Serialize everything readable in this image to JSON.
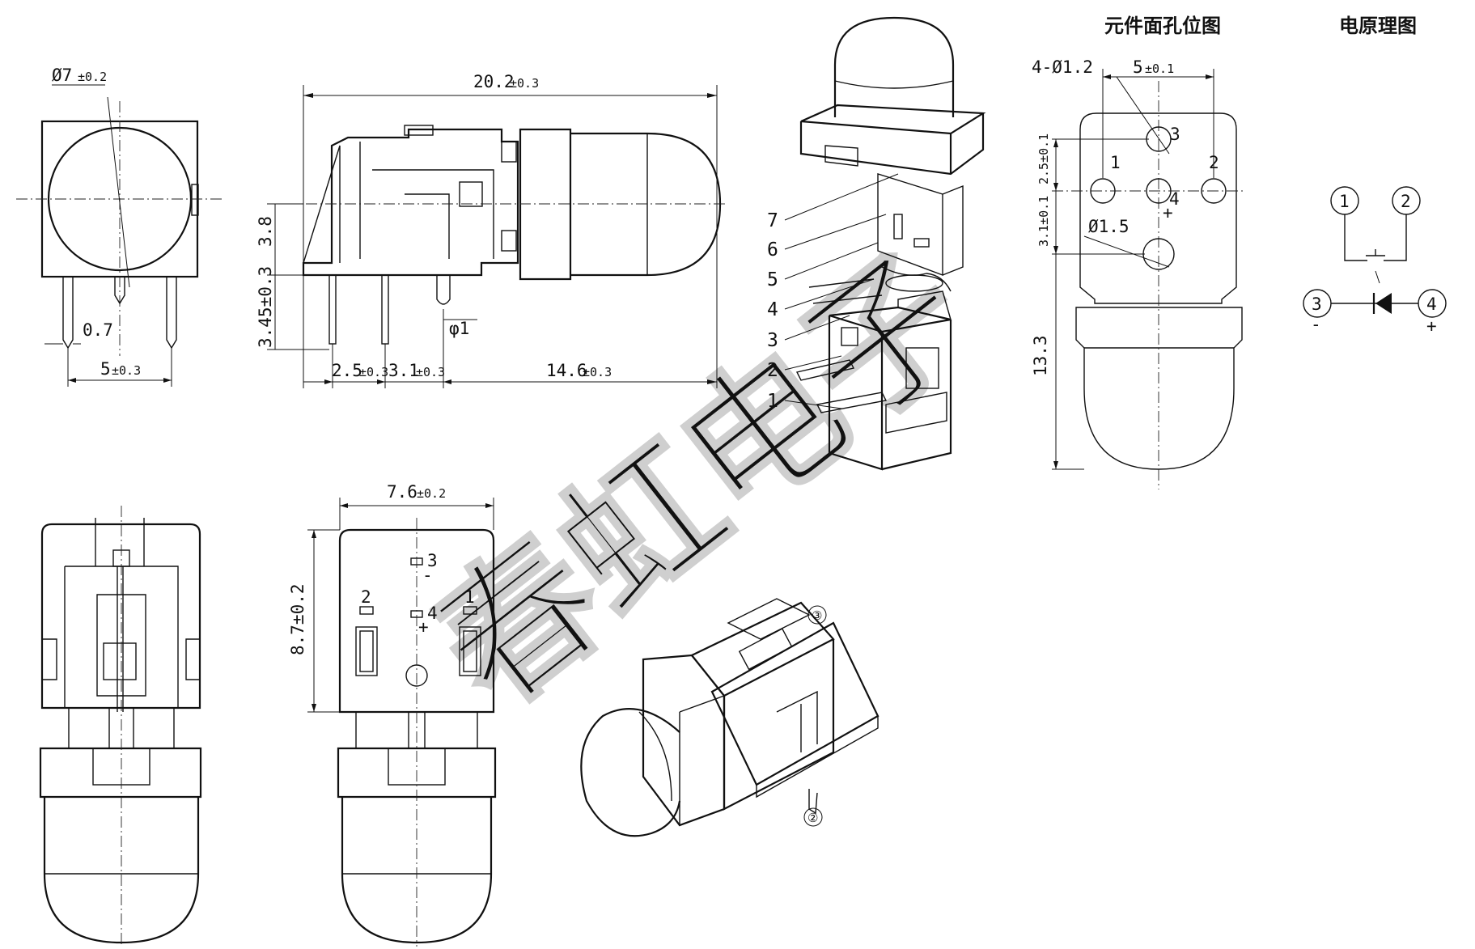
{
  "titles": {
    "hole_layout": "元件面孔位图",
    "schematic": "电原理图"
  },
  "watermark": "春虹电子",
  "front_view": {
    "diameter": "Ø7",
    "diameter_tol": "±0.2",
    "pin_width": "0.7",
    "pin_pitch": "5",
    "pin_pitch_tol": "±0.3"
  },
  "side_view": {
    "length": "20.2",
    "length_tol": "±0.3",
    "height": "3.8",
    "standoff": "3.45±0.3",
    "pin_d": "φ1",
    "pitch_a": "2.5",
    "pitch_a_tol": "±0.3",
    "pitch_b": "3.1",
    "pitch_b_tol": "±0.3",
    "cap_len": "14.6",
    "cap_len_tol": "±0.3"
  },
  "exploded_view": {
    "callouts": [
      "7",
      "6",
      "5",
      "4",
      "3",
      "2",
      "1"
    ]
  },
  "hole_layout": {
    "holes_label": "4-Ø1.2",
    "spacing": "5",
    "spacing_tol": "±0.1",
    "vert_a": "2.5±0.1",
    "vert_b": "3.1±0.1",
    "big_hole": "Ø1.5",
    "length": "13.3",
    "pins": [
      "1",
      "2",
      "3",
      "4"
    ],
    "plus": "+"
  },
  "schematic": {
    "nodes": [
      "1",
      "2",
      "3",
      "4"
    ],
    "minus": "-",
    "plus": "+"
  },
  "top_view": {
    "width": "7.6",
    "width_tol": "±0.2",
    "height": "8.7±0.2",
    "pins": [
      "3",
      "4",
      "2",
      "1"
    ],
    "minus": "-",
    "plus": "+"
  },
  "iso_view": {
    "marks": [
      "③",
      "②"
    ]
  }
}
